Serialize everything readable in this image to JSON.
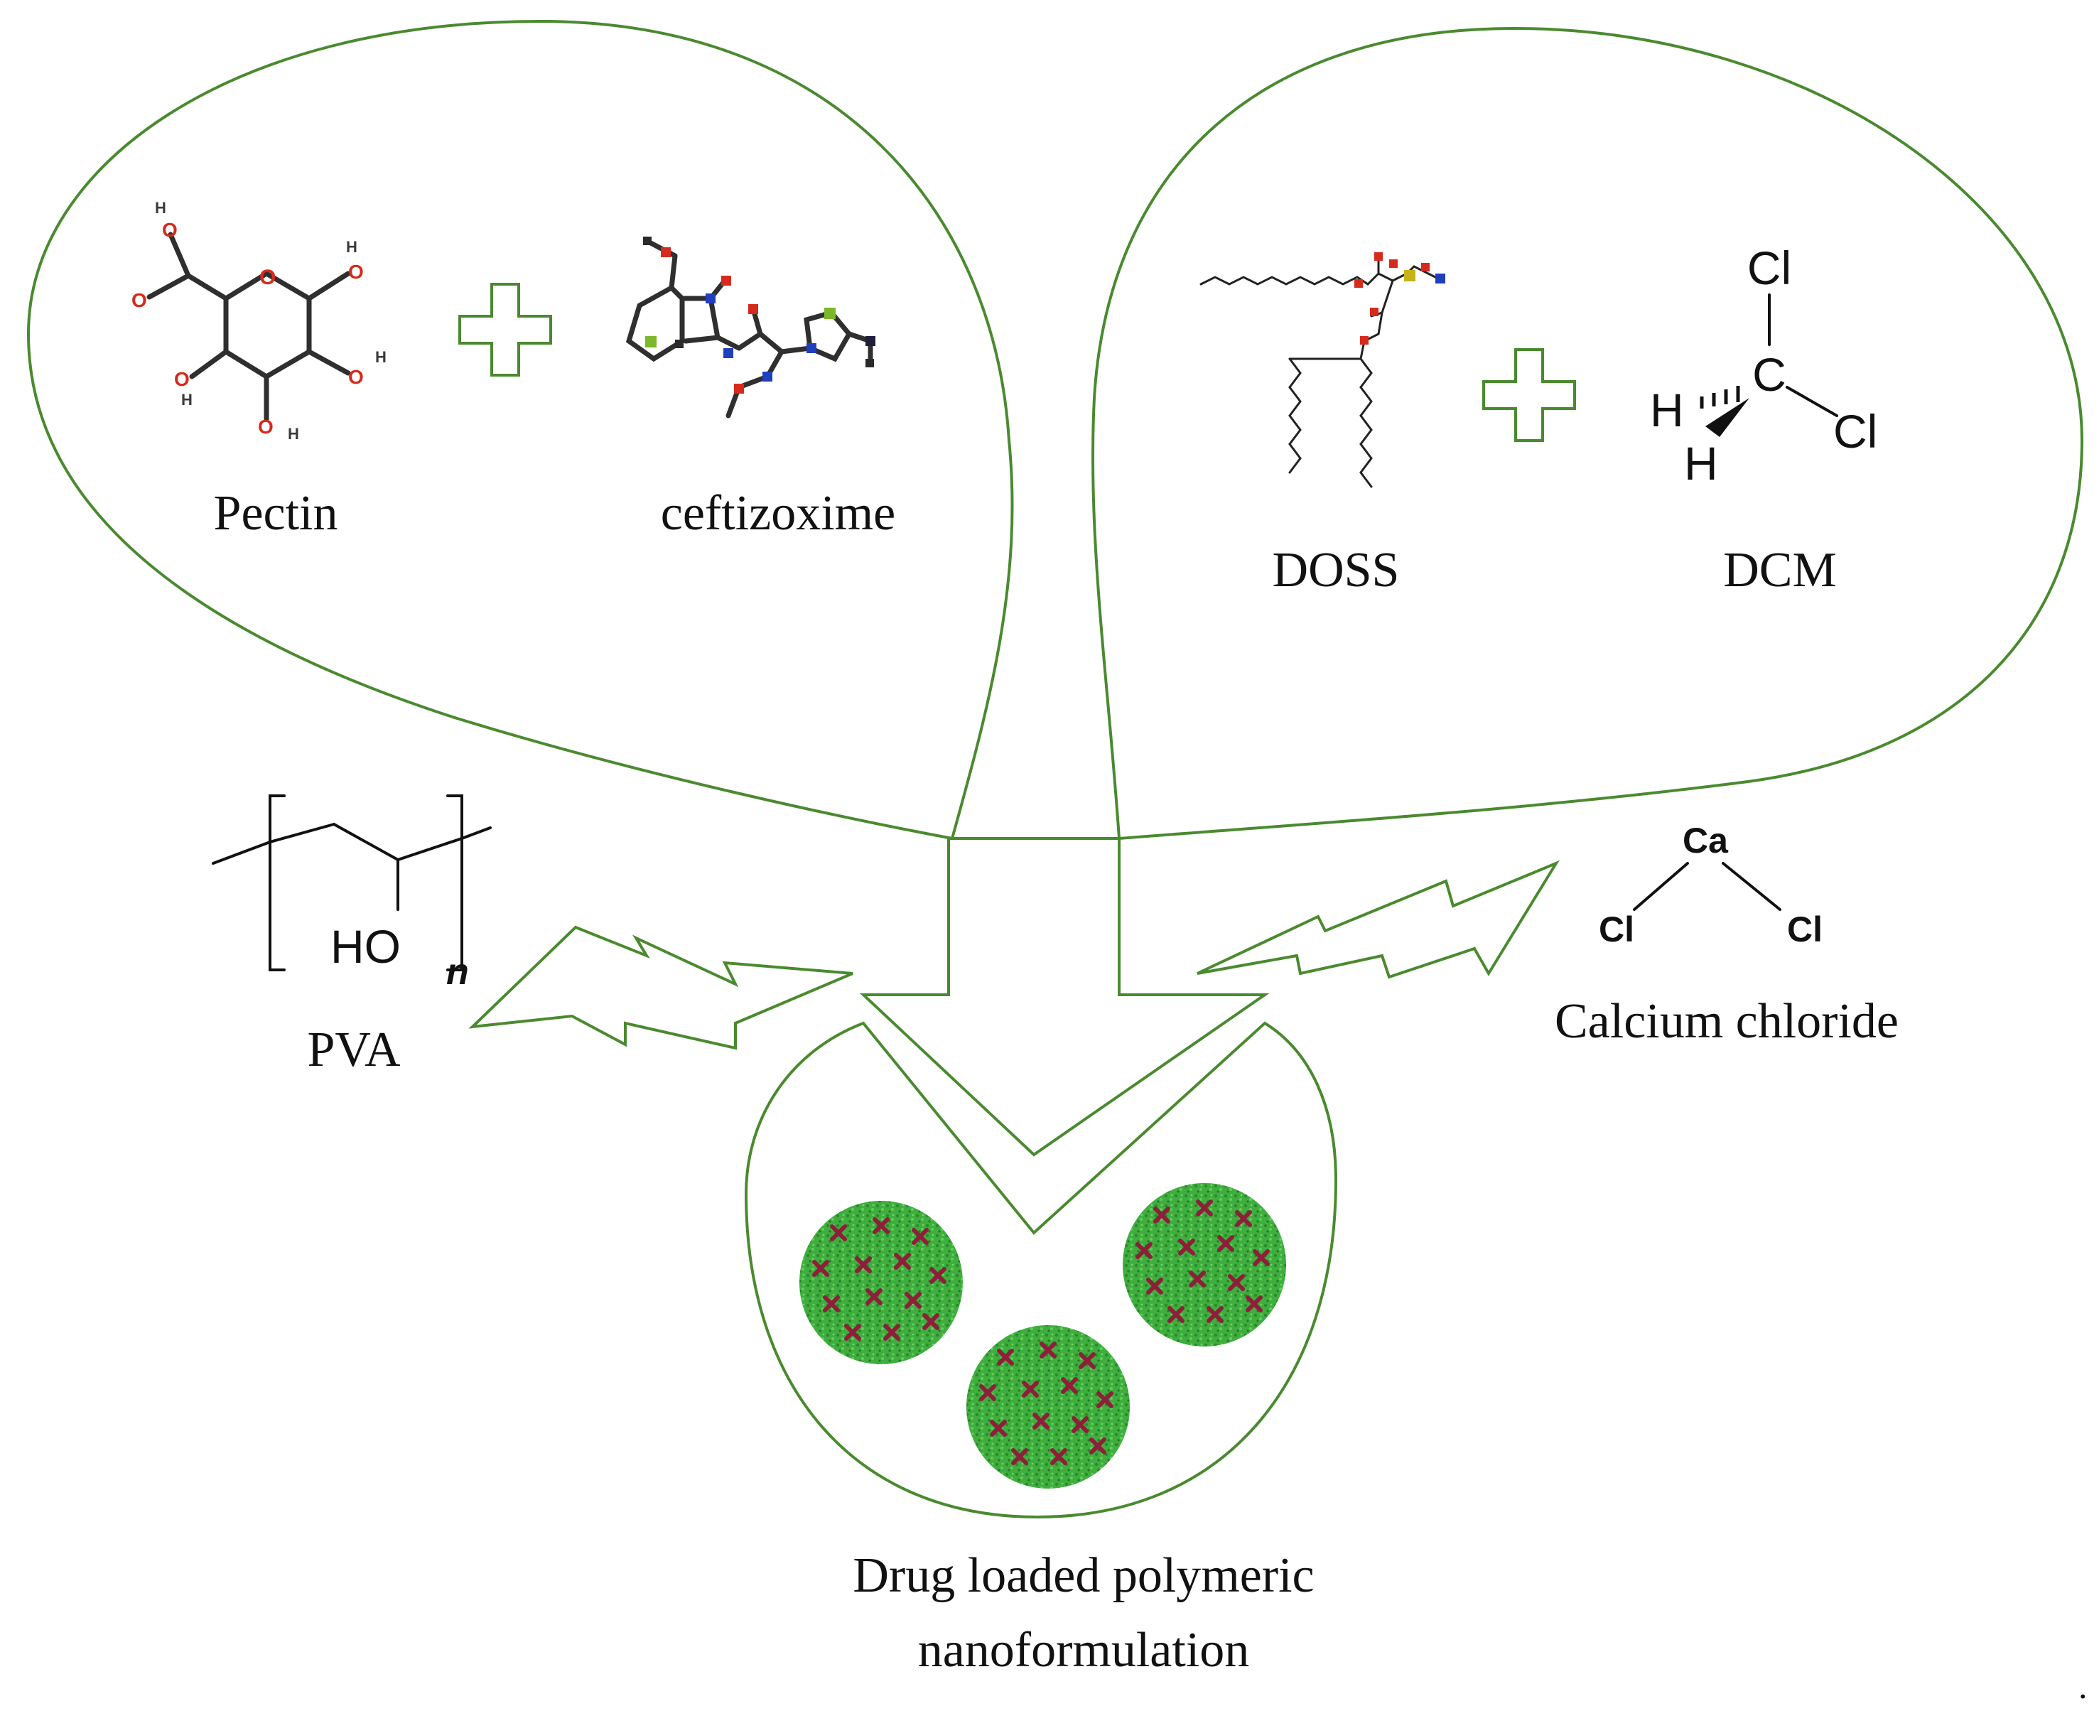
{
  "labels": {
    "pectin": "Pectin",
    "ceftizoxime": "ceftizoxime",
    "doss": "DOSS",
    "dcm": "DCM",
    "pva": "PVA",
    "calcium_chloride": "Calcium chloride",
    "product_line1": "Drug loaded polymeric",
    "product_line2": "nanoformulation"
  },
  "structures": {
    "dcm_cl": "Cl",
    "dcm_c": "C",
    "dcm_h": "H",
    "pva_ho": "HO",
    "pva_n": "n",
    "cacl2_ca": "Ca",
    "cacl2_cl": "Cl",
    "pectin_o": "O",
    "pectin_h": "H",
    "pectin_oh": "OH",
    "pectin_ho": "HO"
  },
  "colors": {
    "outline": "#4a8a2f",
    "particle_fill": "#3aa53a",
    "drug_mark": "#8e1f3a",
    "oxygen": "#d62a1c",
    "nitrogen": "#1f3fbf",
    "sulfur": "#7cb82a"
  },
  "footer_mark": "."
}
